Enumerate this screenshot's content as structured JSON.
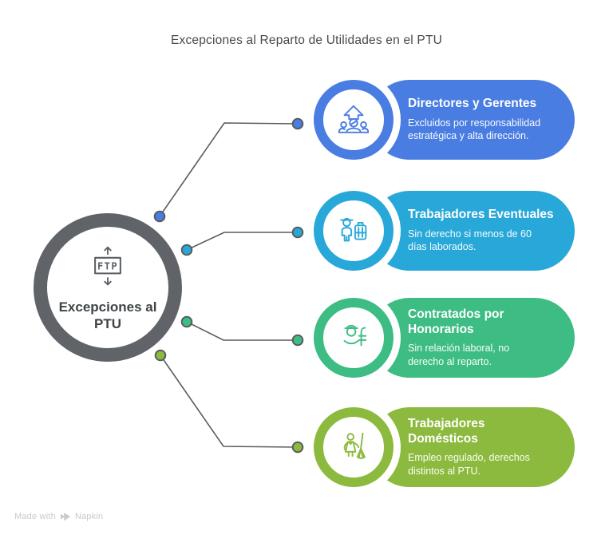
{
  "title": "Excepciones al Reparto de Utilidades en el PTU",
  "center_node": {
    "icon": "ftp-transfer-icon",
    "icon_label": "FTP",
    "label": "Excepciones al PTU",
    "ring_color": "#606468"
  },
  "cards": [
    {
      "icon": "leadership-team-icon",
      "title": "Directores y Gerentes",
      "description": "Excluidos por responsabilidad estratégica y alta dirección.",
      "color": "#4a7de2"
    },
    {
      "icon": "temporary-worker-icon",
      "title": "Trabajadores Eventuales",
      "description": "Sin derecho si menos de 60 días laborados.",
      "color": "#28a8d8"
    },
    {
      "icon": "contractor-fee-icon",
      "title": "Contratados por Honorarios",
      "description": "Sin relación laboral, no derecho al reparto.",
      "color": "#3dbd83"
    },
    {
      "icon": "domestic-worker-icon",
      "title": "Trabajadores Domésticos",
      "description": "Empleo regulado, derechos distintos al PTU.",
      "color": "#8cba3e"
    }
  ],
  "connectors": {
    "line_color": "#585c60"
  },
  "footer": {
    "made_with": "Made with",
    "brand": "Napkin",
    "logo": "napkin-chevrons-icon"
  }
}
